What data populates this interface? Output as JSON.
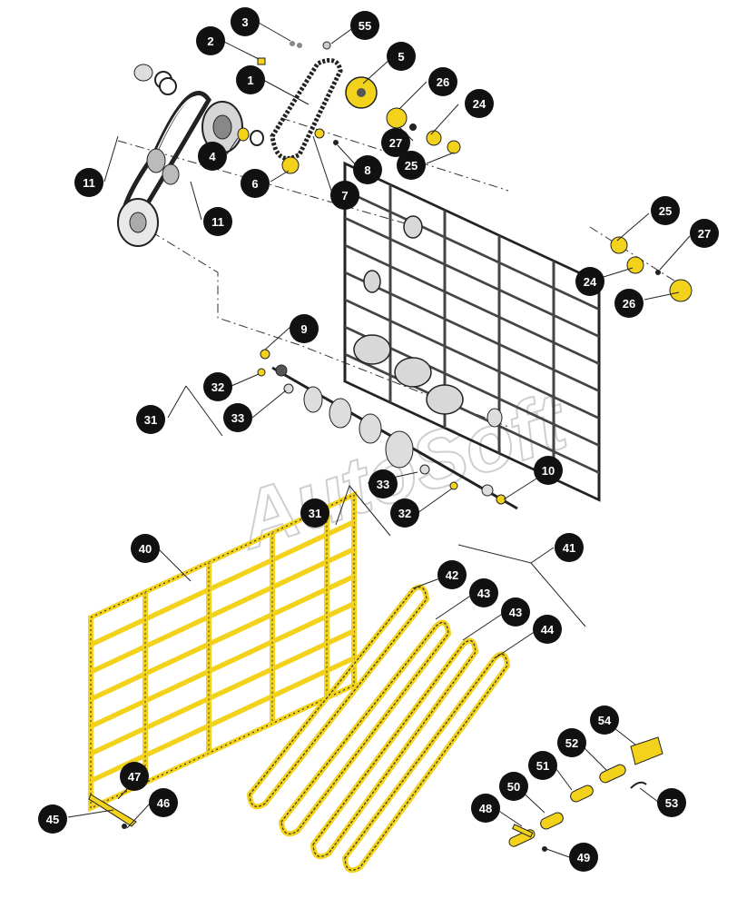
{
  "watermark": "AutoSoft",
  "colors": {
    "part_yellow": "#f2d21a",
    "line": "#1a1a1a",
    "badge": "#111111",
    "frame_gray": "#6a6a6a",
    "watermark": "#d8d8d8"
  },
  "callouts": [
    "1",
    "2",
    "3",
    "4",
    "5",
    "6",
    "7",
    "8",
    "9",
    "10",
    "11",
    "11",
    "24",
    "24",
    "25",
    "25",
    "26",
    "26",
    "27",
    "27",
    "31",
    "31",
    "32",
    "32",
    "33",
    "33",
    "40",
    "41",
    "42",
    "43",
    "43",
    "44",
    "45",
    "46",
    "47",
    "48",
    "49",
    "50",
    "51",
    "52",
    "53",
    "54",
    "55"
  ]
}
